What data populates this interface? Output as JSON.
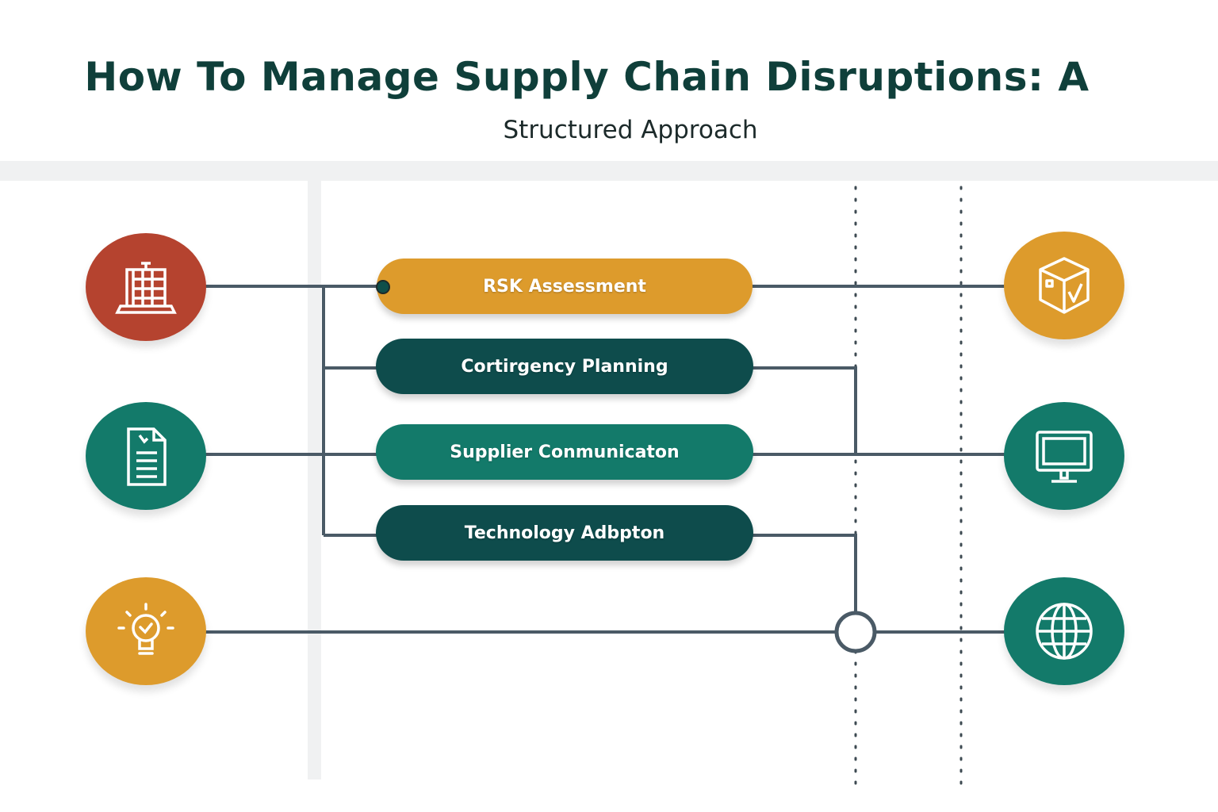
{
  "title": "How To Manage Supply Chain Disruptions: A",
  "subtitle": "Structured Approach",
  "colors": {
    "red": "#b5432f",
    "gold": "#dd9b2c",
    "dark_teal": "#0e4c4c",
    "teal": "#137a6a",
    "line": "#4a5a66",
    "band": "#f0f1f2"
  },
  "steps": [
    {
      "label": "RSK Assessment",
      "color": "#dd9b2c"
    },
    {
      "label": "Cortirgency Planning",
      "color": "#0e4c4c"
    },
    {
      "label": "Supplier Conmunicaton",
      "color": "#137a6a"
    },
    {
      "label": "Technology Adbpton",
      "color": "#0e4c4c"
    }
  ],
  "left_icons": [
    {
      "icon": "warehouse-building-icon",
      "color": "#b5432f"
    },
    {
      "icon": "document-icon",
      "color": "#137a6a"
    },
    {
      "icon": "lightbulb-check-icon",
      "color": "#dd9b2c"
    }
  ],
  "right_icons": [
    {
      "icon": "package-box-check-icon",
      "color": "#dd9b2c"
    },
    {
      "icon": "monitor-icon",
      "color": "#137a6a"
    },
    {
      "icon": "globe-icon",
      "color": "#137a6a"
    }
  ]
}
